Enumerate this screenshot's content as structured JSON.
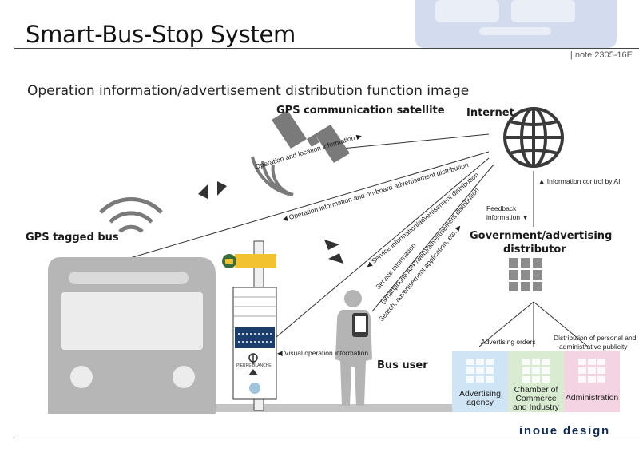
{
  "header": {
    "title": "Smart-Bus-Stop System",
    "note": "| note 2305-16E",
    "subtitle": "Operation information/advertisement distribution function image"
  },
  "labels": {
    "satellite": "GPS communication satellite",
    "internet": "Internet",
    "bus": "GPS tagged bus",
    "bus_user": "Bus user",
    "distributor_line1": "Government/advertising",
    "distributor_line2": "distributor",
    "info_control": "▲ Information control by AI",
    "feedback_line1": "Feedback",
    "feedback_line2": "information ▼",
    "visual_info": "◀ Visual operation information",
    "advertising_orders": "Advertising orders",
    "distribution_line1": "Distribution of personal and",
    "distribution_line2": "administrative publicity"
  },
  "arrows": {
    "bus_line1": "Operation and location information ▶",
    "bus_line2": "◀ Operation information and on-board advertisement distribution",
    "stop_line": "◀ Service information/advertisement distribution",
    "user_line1": "Service information",
    "user_line2": "(smartphone APP/web)/advertisement distribution",
    "user_line3": "Search, advertisement application, etc. ▶"
  },
  "boxes": [
    {
      "line1": "Advertising",
      "line2": "agency",
      "line3": "",
      "color": "#cfe4f4"
    },
    {
      "line1": "Chamber of",
      "line2": "Commerce",
      "line3": "and Industry",
      "color": "#d9ecd2"
    },
    {
      "line1": "Administration",
      "line2": "",
      "line3": "",
      "color": "#f4d4e2"
    }
  ],
  "sign": {
    "brand": "PIERRE BLANCHE"
  },
  "footer": {
    "brand": "inoue design"
  },
  "colors": {
    "watermark": "#d3dcee",
    "icon_gray": "#7a7a7a",
    "sign_yellow": "#f2c230",
    "brand_navy": "#0e2a55"
  }
}
